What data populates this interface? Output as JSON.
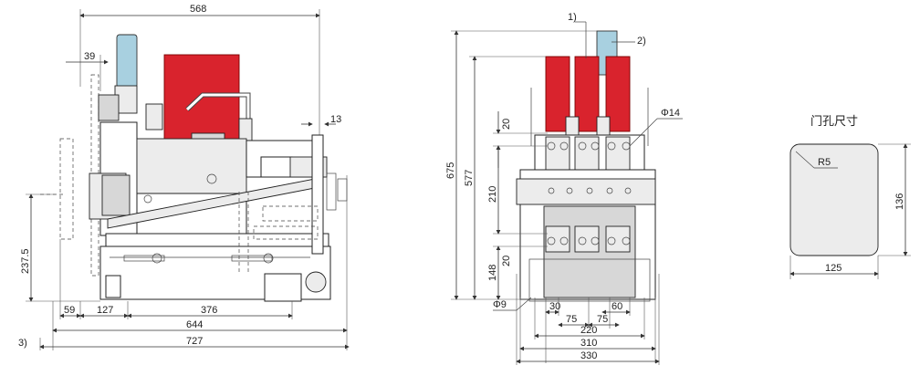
{
  "side_view": {
    "dims": {
      "width_568": "568",
      "d_39": "39",
      "d_13": "13",
      "d_237_5": "237.5",
      "d_59": "59",
      "d_127": "127",
      "d_376": "376",
      "d_644": "644",
      "d_727": "727"
    },
    "note_3": "3)"
  },
  "front_view": {
    "notes": {
      "n1": "1)",
      "n2": "2)"
    },
    "dims": {
      "h_675": "675",
      "h_577": "577",
      "d_20_top": "20",
      "d_210": "210",
      "d_148": "148",
      "d_20_bot": "20",
      "phi_14": "Φ14",
      "phi_9": "Φ9",
      "d_30": "30",
      "d_60": "60",
      "d_75a": "75",
      "d_75b": "75",
      "d_220": "220",
      "d_310": "310",
      "d_330": "330"
    }
  },
  "door_cutout": {
    "title": "门孔尺寸",
    "radius": "R5",
    "width": "125",
    "height": "136"
  }
}
